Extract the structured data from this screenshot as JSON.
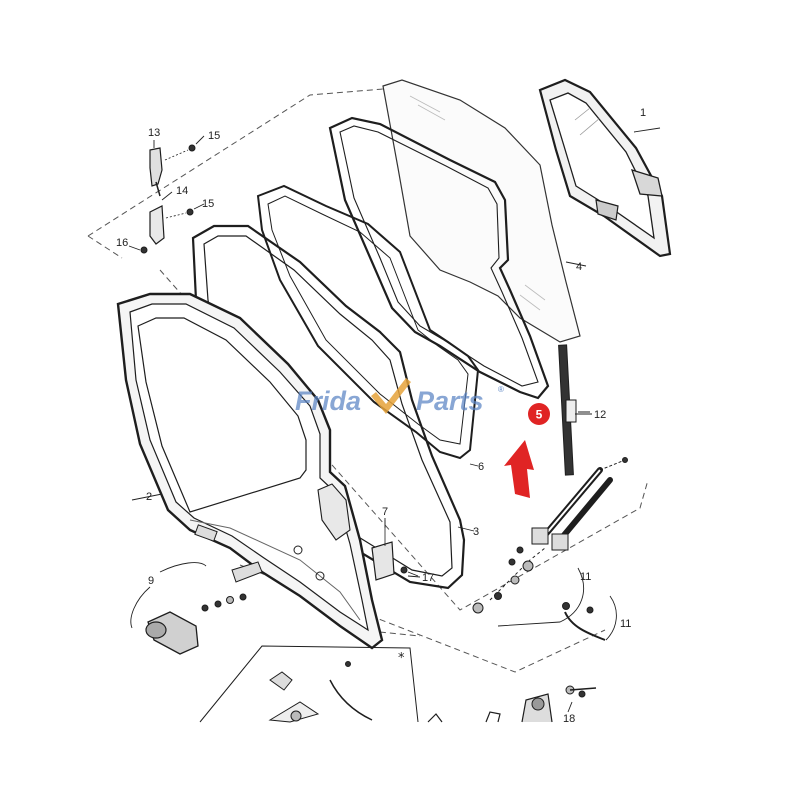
{
  "diagram": {
    "callouts": {
      "c1": "1",
      "c2": "2",
      "c3": "3",
      "c4": "4",
      "c6": "6",
      "c7": "7",
      "c9": "9",
      "c11a": "11",
      "c11b": "11",
      "c12": "12",
      "c13": "13",
      "c14": "14",
      "c15a": "15",
      "c15b": "15",
      "c16": "16",
      "c17": "17",
      "c18": "18"
    },
    "highlight_number": "5",
    "detail_marker": "*",
    "watermark": {
      "part1": "Frida",
      "part2": "Parts",
      "registered": "®"
    },
    "colors": {
      "line": "#1e1e1e",
      "dashed": "#555555",
      "highlight": "#e02424",
      "watermark": "#5a84c4"
    }
  }
}
